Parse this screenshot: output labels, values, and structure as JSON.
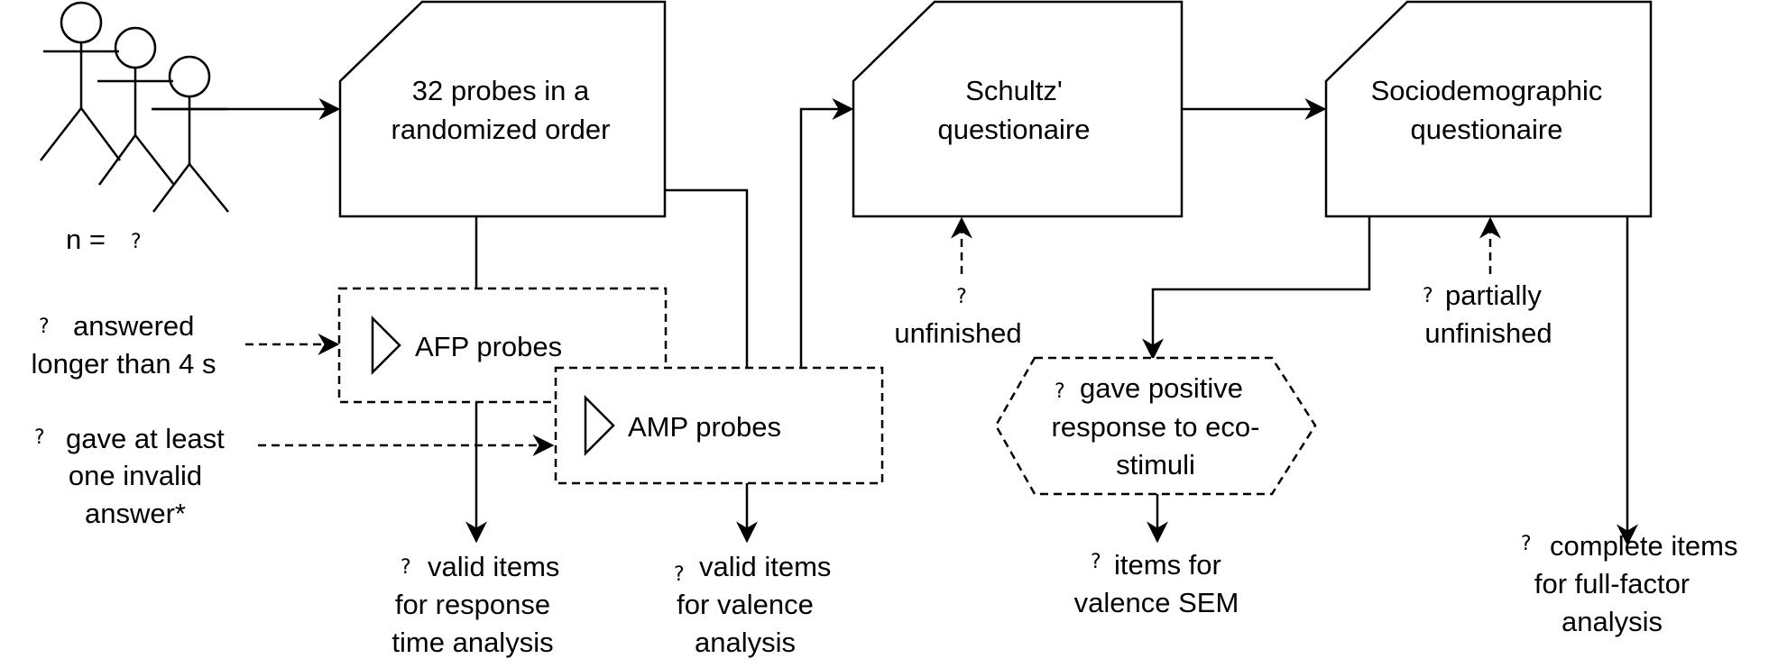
{
  "participants": {
    "n_label": "n =",
    "n_value": "?"
  },
  "boxes": {
    "probes": {
      "line1": "32 probes in a",
      "line2": "randomized order"
    },
    "schultz": {
      "line1": "Schultz'",
      "line2": "questionaire"
    },
    "socio": {
      "line1": "Sociodemographic",
      "line2": "questionaire"
    },
    "afp": {
      "label": "AFP probes"
    },
    "amp": {
      "label": "AMP probes"
    },
    "eco": {
      "q": "?",
      "line1": "gave positive",
      "line2": "response to eco-",
      "line3": "stimuli"
    }
  },
  "exclusions": {
    "slow": {
      "q": "?",
      "line1": "answered",
      "line2": "longer than 4 s"
    },
    "invalid": {
      "q": "?",
      "line1": "gave at least",
      "line2": "one invalid",
      "line3": "answer*"
    },
    "unfinished": {
      "q": "?",
      "line1": "unfinished"
    },
    "partial": {
      "q": "?",
      "line1": "partially",
      "line2": "unfinished"
    }
  },
  "outcomes": {
    "rt": {
      "q": "?",
      "line1": "valid items",
      "line2": "for response",
      "line3": "time analysis"
    },
    "valence": {
      "q": "?",
      "line1": "valid items",
      "line2": "for valence",
      "line3": "analysis"
    },
    "sem": {
      "q": "?",
      "line1": "items for",
      "line2": "valence SEM"
    },
    "full": {
      "q": "?",
      "line1": "complete items",
      "line2": "for full-factor",
      "line3": "analysis"
    }
  }
}
